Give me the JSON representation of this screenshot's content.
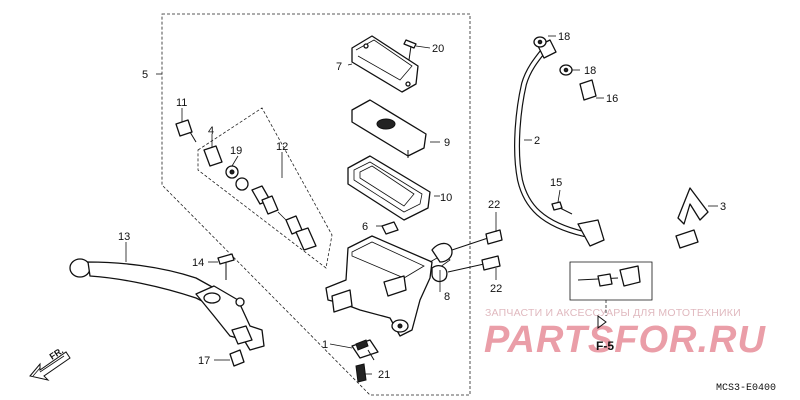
{
  "diagram_code": "MCS3-E0400",
  "section_ref": "F-5",
  "direction_label": "FR.",
  "watermark": {
    "tagline": "ЗАПЧАСТИ И АКСЕССУАРЫ ДЛЯ МОТОТЕХНИКИ",
    "brand": "PARTSFOR.RU"
  },
  "callouts": {
    "c1": "1",
    "c2": "2",
    "c3": "3",
    "c4": "4",
    "c5": "5",
    "c6": "6",
    "c7": "7",
    "c8": "8",
    "c9": "9",
    "c10": "10",
    "c11": "11",
    "c12": "12",
    "c13": "13",
    "c14": "14",
    "c15": "15",
    "c16": "16",
    "c17": "17",
    "c18a": "18",
    "c18b": "18",
    "c19": "19",
    "c20": "20",
    "c21": "21",
    "c22a": "22",
    "c22b": "22"
  }
}
